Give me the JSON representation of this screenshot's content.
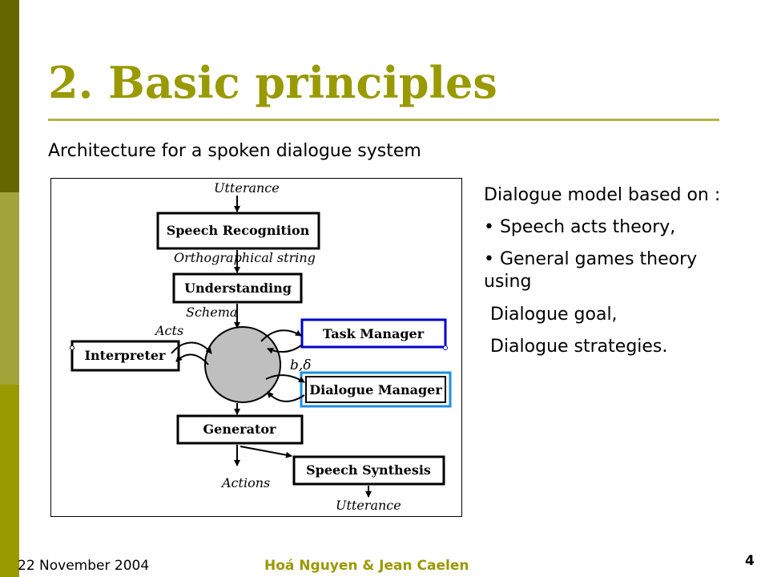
{
  "slide": {
    "title": "2. Basic principles",
    "subtitle": "Architecture for a spoken dialogue system"
  },
  "diagram": {
    "boxes": {
      "speech_recognition": "Speech Recognition",
      "understanding": "Understanding",
      "interpreter": "Interpreter",
      "task_manager": "Task Manager",
      "dialogue_manager": "Dialogue Manager",
      "generator": "Generator",
      "speech_synthesis": "Speech Synthesis"
    },
    "labels": {
      "utterance_in": "Utterance",
      "orthographical_string": "Orthographical string",
      "schema": "Schema",
      "acts": "Acts",
      "b_delta": "b,δ",
      "actions": "Actions",
      "utterance_out": "Utterance"
    },
    "colors": {
      "task_manager_border": "#0000cc",
      "dialogue_manager_border": "#1a8fe6",
      "hub_fill": "#bfbfbf"
    }
  },
  "side_text": {
    "intro": "Dialogue model based on :",
    "bullet1": "• Speech acts theory,",
    "bullet2": "• General games theory using",
    "sub1": "Dialogue goal,",
    "sub2": "Dialogue strategies."
  },
  "footer": {
    "date": "22 November 2004",
    "authors": "Hoá Nguyen & Jean Caelen",
    "page": "4"
  }
}
